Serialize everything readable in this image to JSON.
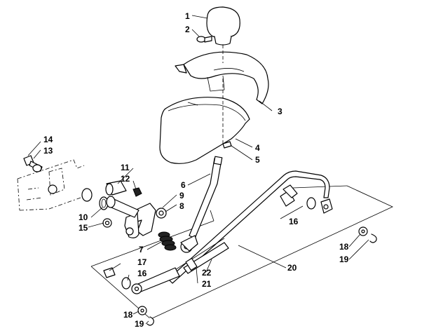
{
  "diagram": {
    "callouts": {
      "c1": "1",
      "c2": "2",
      "c3": "3",
      "c4": "4",
      "c5": "5",
      "c6": "6",
      "c7": "7",
      "c8": "8",
      "c9": "9",
      "c10": "10",
      "c11": "11",
      "c12": "12",
      "c13": "13",
      "c14": "14",
      "c15": "15",
      "c16a": "16",
      "c16b": "16",
      "c17": "17",
      "c18a": "18",
      "c18b": "18",
      "c19a": "19",
      "c19b": "19",
      "c20": "20",
      "c21": "21",
      "c22": "22"
    },
    "colors": {
      "line": "#000000",
      "fill": "#ffffff",
      "dark_fill": "#222222"
    }
  }
}
